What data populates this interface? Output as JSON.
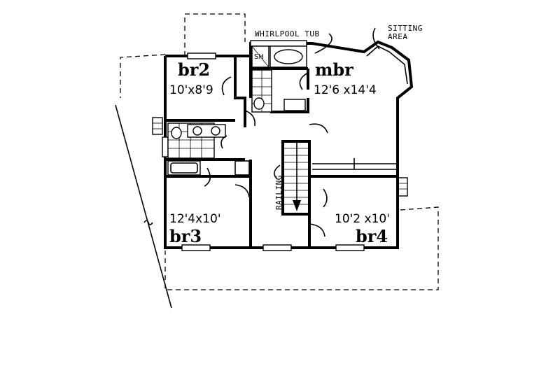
{
  "rooms": {
    "br2": {
      "name": "br2",
      "size": "10'x8'9"
    },
    "mbr": {
      "name": "mbr",
      "size": "12'6 x14'4"
    },
    "br3": {
      "name": "br3",
      "size": "12'4x10'"
    },
    "br4": {
      "name": "br4",
      "size": "10'2 x10'"
    }
  },
  "notes": {
    "whirlpool": "WHIRLPOOL TUB",
    "sitting_line1": "SITTING",
    "sitting_line2": "AREA",
    "railing": "RAILING",
    "shower": "SH"
  }
}
